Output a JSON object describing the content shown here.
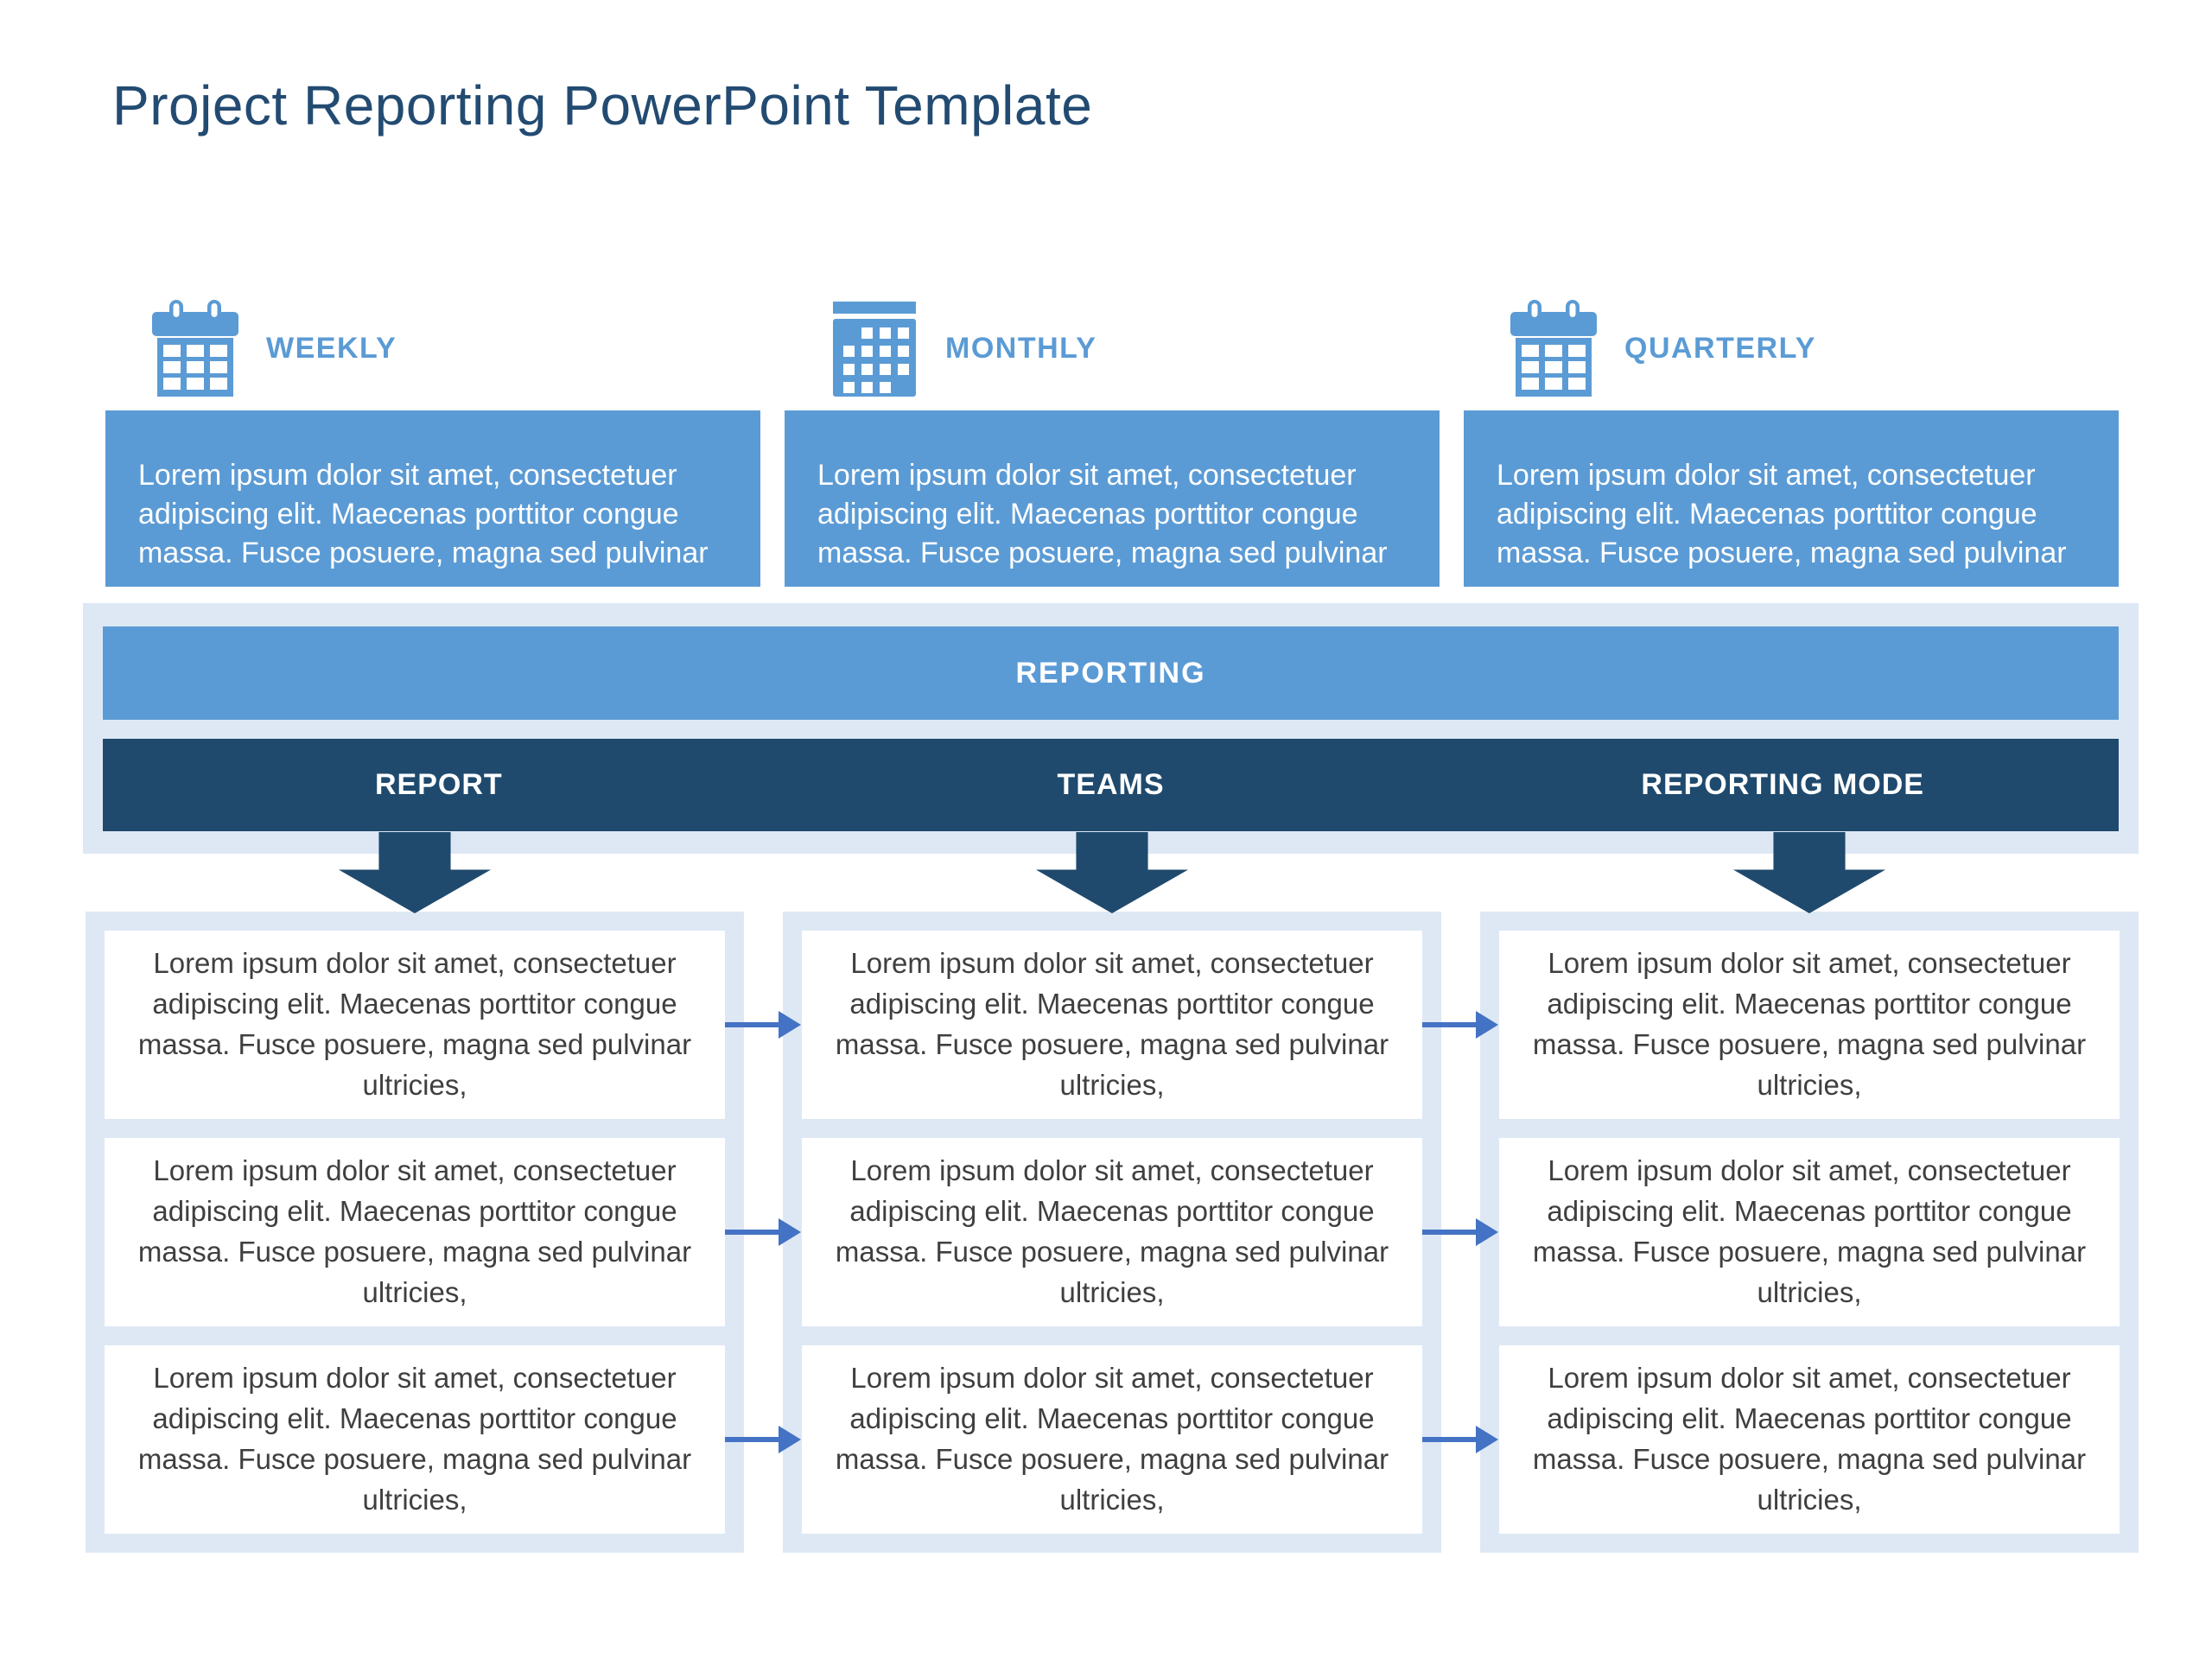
{
  "slide": {
    "title": "Project Reporting PowerPoint Template"
  },
  "colors": {
    "accent_blue": "#5B9BD5",
    "dark_navy": "#1F4A6E",
    "light_blue_panel": "#DEE8F5",
    "connector_blue": "#4472C4",
    "title_text": "#234B72",
    "cell_text": "#3F3F3F"
  },
  "frequency_sections": [
    {
      "label": "WEEKLY",
      "icon": "calendar-week-icon",
      "description": "Lorem ipsum dolor sit amet, consectetuer adipiscing elit. Maecenas porttitor congue massa. Fusce posuere, magna sed pulvinar"
    },
    {
      "label": "MONTHLY",
      "icon": "calendar-month-icon",
      "description": "Lorem ipsum dolor sit amet, consectetuer adipiscing elit. Maecenas porttitor congue massa. Fusce posuere, magna sed pulvinar"
    },
    {
      "label": "QUARTERLY",
      "icon": "calendar-week-icon",
      "description": "Lorem ipsum dolor sit amet, consectetuer adipiscing elit. Maecenas porttitor congue massa. Fusce posuere, magna sed pulvinar"
    }
  ],
  "reporting_banner": {
    "label": "REPORTING"
  },
  "category_bar": [
    {
      "label": "REPORT"
    },
    {
      "label": "TEAMS"
    },
    {
      "label": "REPORTING MODE"
    }
  ],
  "detail_grid": {
    "columns": [
      {
        "category": "REPORT",
        "cells": [
          "Lorem ipsum dolor sit amet, consectetuer adipiscing elit. Maecenas porttitor congue massa. Fusce posuere, magna sed pulvinar ultricies,",
          "Lorem ipsum dolor sit amet, consectetuer adipiscing elit. Maecenas porttitor congue massa. Fusce posuere, magna sed pulvinar ultricies,",
          "Lorem ipsum dolor sit amet, consectetuer adipiscing elit. Maecenas porttitor congue massa. Fusce posuere, magna sed pulvinar ultricies,"
        ]
      },
      {
        "category": "TEAMS",
        "cells": [
          "Lorem ipsum dolor sit amet, consectetuer adipiscing elit. Maecenas porttitor congue massa. Fusce posuere, magna sed pulvinar ultricies,",
          "Lorem ipsum dolor sit amet, consectetuer adipiscing elit. Maecenas porttitor congue massa. Fusce posuere, magna sed pulvinar ultricies,",
          "Lorem ipsum dolor sit amet, consectetuer adipiscing elit. Maecenas porttitor congue massa. Fusce posuere, magna sed pulvinar ultricies,"
        ]
      },
      {
        "category": "REPORTING MODE",
        "cells": [
          "Lorem ipsum dolor sit amet, consectetuer adipiscing elit. Maecenas porttitor congue massa. Fusce posuere, magna sed pulvinar ultricies,",
          "Lorem ipsum dolor sit amet, consectetuer adipiscing elit. Maecenas porttitor congue massa. Fusce posuere, magna sed pulvinar ultricies,",
          "Lorem ipsum dolor sit amet, consectetuer adipiscing elit. Maecenas porttitor congue massa. Fusce posuere, magna sed pulvinar ultricies,"
        ]
      }
    ]
  }
}
